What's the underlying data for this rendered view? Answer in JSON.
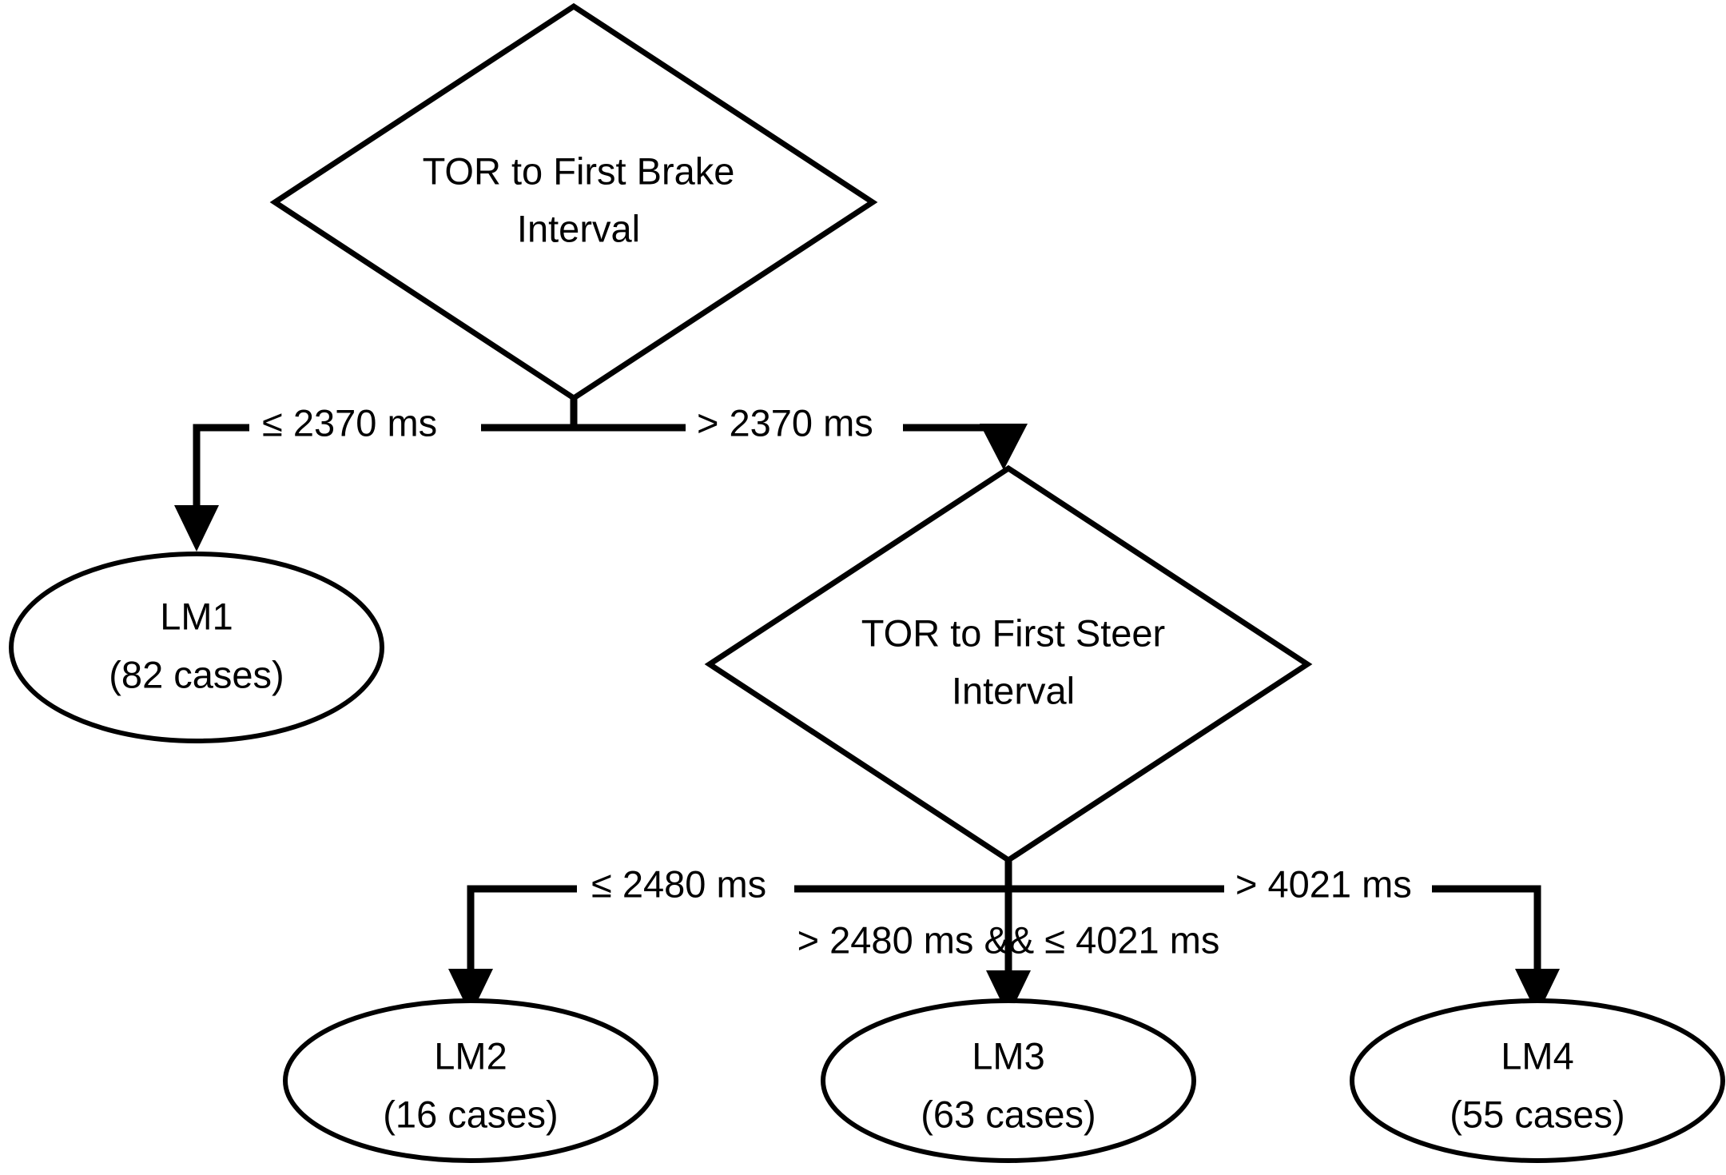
{
  "diagram": {
    "type": "decision-tree",
    "background_color": "#ffffff",
    "line_color": "#000000",
    "text_color": "#000000"
  },
  "nodes": {
    "root": {
      "id": "root",
      "shape": "diamond",
      "line1": "TOR to First Brake",
      "line2": "Interval"
    },
    "second": {
      "id": "second",
      "shape": "diamond",
      "line1": "TOR to First Steer",
      "line2": "Interval"
    }
  },
  "leaves": [
    {
      "id": "LM1",
      "shape": "ellipse",
      "label": "LM1",
      "cases": "(82 cases)"
    },
    {
      "id": "LM2",
      "shape": "ellipse",
      "label": "LM2",
      "cases": "(16 cases)"
    },
    {
      "id": "LM3",
      "shape": "ellipse",
      "label": "LM3",
      "cases": "(63 cases)"
    },
    {
      "id": "LM4",
      "shape": "ellipse",
      "label": "LM4",
      "cases": "(55 cases)"
    }
  ],
  "edges": [
    {
      "id": "root-left",
      "from": "root",
      "to": "LM1",
      "label": "≤ 2370 ms"
    },
    {
      "id": "root-right",
      "from": "root",
      "to": "second",
      "label": "> 2370 ms"
    },
    {
      "id": "second-left",
      "from": "second",
      "to": "LM2",
      "label": "≤ 2480 ms"
    },
    {
      "id": "second-mid",
      "from": "second",
      "to": "LM3",
      "label": "> 2480 ms && ≤ 4021 ms"
    },
    {
      "id": "second-right",
      "from": "second",
      "to": "LM4",
      "label": "> 4021 ms"
    }
  ]
}
